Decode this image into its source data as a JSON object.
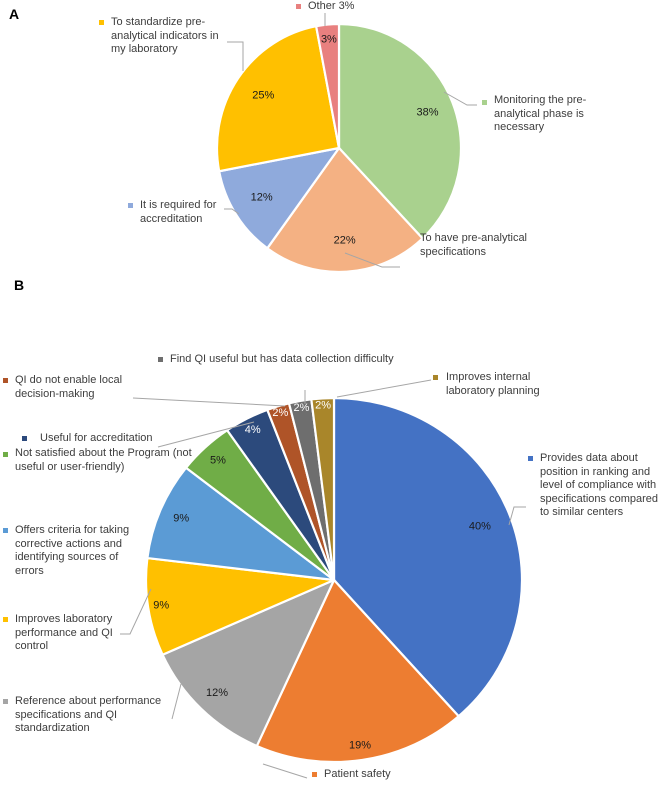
{
  "figure": {
    "panel_a_label": "A",
    "panel_b_label": "B",
    "leader_line_color": "#A6A6A6",
    "background_color": "#FFFFFF"
  },
  "chart_data": [
    {
      "type": "pie",
      "panel": "A",
      "title": "",
      "start_angle_deg": 0,
      "direction": "clockwise",
      "legend_position": "callouts-around-pie",
      "slices": [
        {
          "label": "Monitoring the pre-analytical phase is necessary",
          "value": 38,
          "pct": "38%",
          "color": "#A9D18E"
        },
        {
          "label": "To have pre-analytical specifications",
          "value": 22,
          "pct": "22%",
          "color": "#F4B183"
        },
        {
          "label": "It is required for accreditation",
          "value": 12,
          "pct": "12%",
          "color": "#8FAADC"
        },
        {
          "label": "To standardize pre-analytical indicators in my laboratory",
          "value": 25,
          "pct": "25%",
          "color": "#FFC000"
        },
        {
          "label": "Other 3%",
          "value": 3,
          "pct": "3%",
          "color": "#E8807F"
        }
      ]
    },
    {
      "type": "pie",
      "panel": "B",
      "title": "",
      "start_angle_deg": 0,
      "direction": "clockwise",
      "legend_position": "callouts-around-pie",
      "slices": [
        {
          "label": "Provides data about position in ranking and level of compliance with specifications compared to similar centers",
          "value": 40,
          "pct": "40%",
          "color": "#4472C4"
        },
        {
          "label": "Patient safety",
          "value": 19,
          "pct": "19%",
          "color": "#ED7D31"
        },
        {
          "label": "Reference about performance specifications and QI standardization",
          "value": 12,
          "pct": "12%",
          "color": "#A5A5A5"
        },
        {
          "label": "Improves laboratory performance and QI control",
          "value": 9,
          "pct": "9%",
          "color": "#FFC000"
        },
        {
          "label": "Offers criteria for taking corrective actions and identifying sources of errors",
          "value": 9,
          "pct": "9%",
          "color": "#5B9BD5"
        },
        {
          "label": "Not satisfied about the Program (not useful or user-friendly)",
          "value": 5,
          "pct": "5%",
          "color": "#70AD47"
        },
        {
          "label": "Useful for accreditation",
          "value": 4,
          "pct": "4%",
          "color": "#2C4A7C",
          "pct_white": true
        },
        {
          "label": "QI do not enable local decision-making",
          "value": 2,
          "pct": "2%",
          "color": "#AF5428",
          "pct_white": true
        },
        {
          "label": "Find QI useful but has data collection difficulty",
          "value": 2,
          "pct": "2%",
          "color": "#6E6E6E",
          "pct_white": true
        },
        {
          "label": "Improves internal laboratory planning",
          "value": 2,
          "pct": "2%",
          "color": "#A9862A",
          "pct_white": true
        }
      ]
    }
  ]
}
